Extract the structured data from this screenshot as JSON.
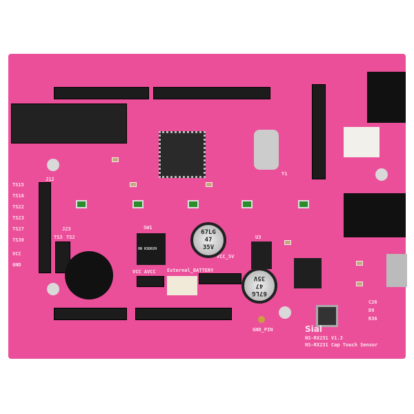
{
  "board": {
    "left_labels": [
      "TS15",
      "TS16",
      "TS22",
      "TS23",
      "TS27",
      "TS30",
      "VCC",
      "GND"
    ],
    "header_label": "J12",
    "jumper_label": "J23",
    "jumper_pins": [
      "TS3",
      "TS2"
    ],
    "switch_label": "SW1",
    "switch_text": "ON KSD02H",
    "vcc_avcc": "VCC AVCC",
    "battery_label": "External_BATTERY",
    "vcc5v": "VCC_5V",
    "cap_text": [
      "67LG",
      "47",
      "35V"
    ],
    "gnd_pin": "GND_PIN",
    "brand": "Sial",
    "version": "NS-RX231 V1.3",
    "product": "NS-RX231 Cap Touch Sensor",
    "regulator": "U3",
    "crystal": "Y1",
    "right_labels": [
      "C26",
      "D9",
      "R36"
    ]
  },
  "colors": {
    "pcb": "#ec4f9a",
    "silk": "#fbe3ee",
    "header": "#1c1c1c"
  }
}
